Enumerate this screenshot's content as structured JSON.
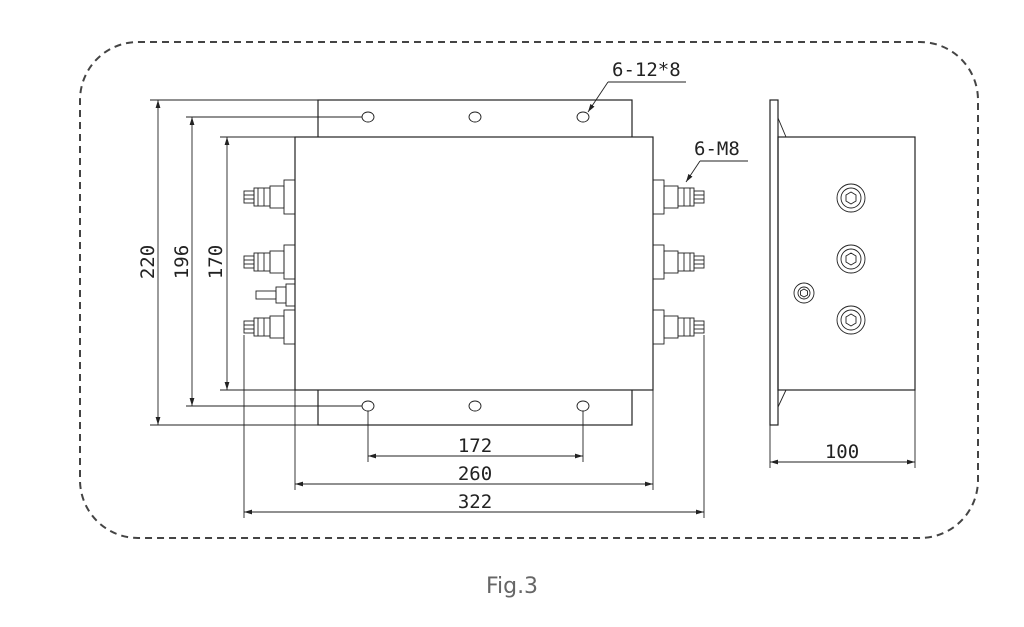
{
  "figure": {
    "caption": "Fig.3",
    "annotations": {
      "mounting_holes": "6-12*8",
      "terminals": "6-M8"
    },
    "dimensions": {
      "overall_height": "220",
      "hole_pitch_vertical": "196",
      "body_height": "170",
      "hole_spacing": "172",
      "body_width": "260",
      "overall_width": "322",
      "side_depth": "100"
    }
  }
}
